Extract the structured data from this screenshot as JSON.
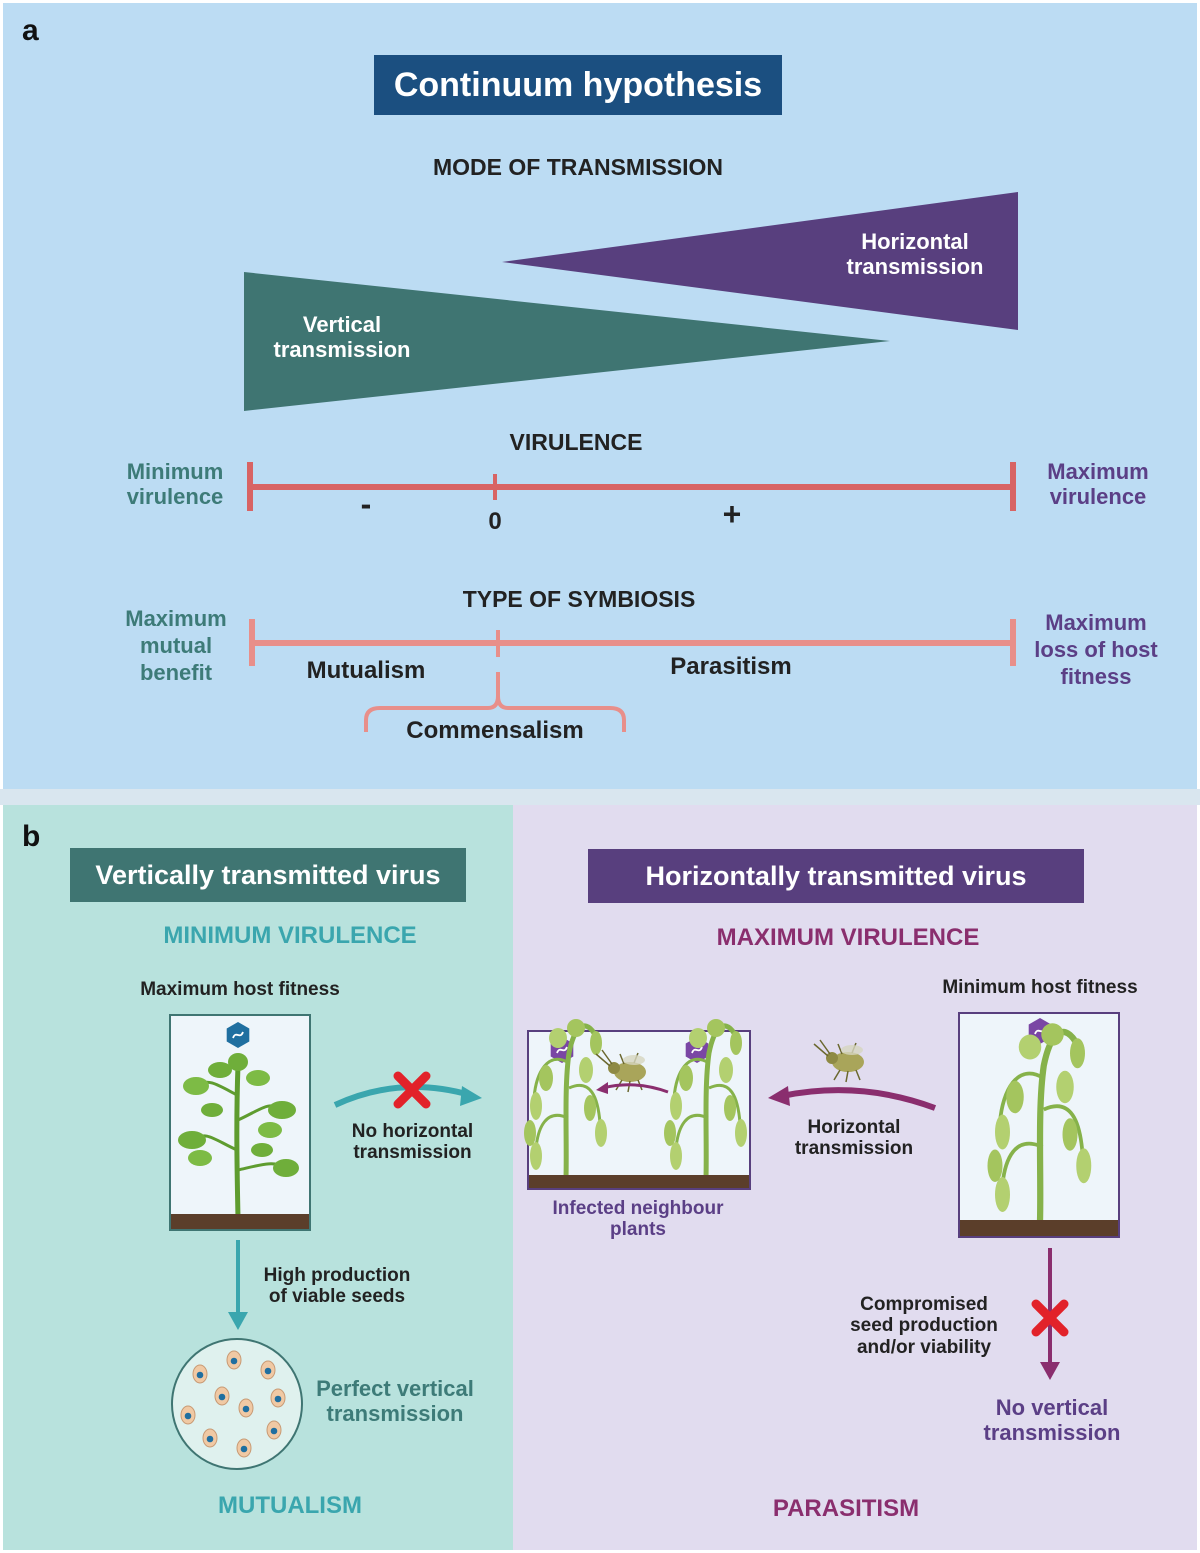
{
  "panel_a": {
    "letter": "a",
    "title": "Continuum hypothesis",
    "mode_heading": "MODE OF TRANSMISSION",
    "vertical_line1": "Vertical",
    "vertical_line2": "transmission",
    "horizontal_line1": "Horizontal",
    "horizontal_line2": "transmission",
    "virulence_heading": "VIRULENCE",
    "min_virulence_line1": "Minimum",
    "min_virulence_line2": "virulence",
    "max_virulence_line1": "Maximum",
    "max_virulence_line2": "virulence",
    "minus_label": "-",
    "zero_label": "0",
    "plus_label": "+",
    "symbiosis_heading": "TYPE OF SYMBIOSIS",
    "max_benefit_line1": "Maximum",
    "max_benefit_line2": "mutual",
    "max_benefit_line3": "benefit",
    "max_loss_line1": "Maximum",
    "max_loss_line2": "loss of host",
    "max_loss_line3": "fitness",
    "mutualism": "Mutualism",
    "parasitism": "Parasitism",
    "commensalism": "Commensalism"
  },
  "panel_b": {
    "letter": "b",
    "left": {
      "banner": "Vertically transmitted virus",
      "virulence": "MINIMUM VIRULENCE",
      "fitness": "Maximum host fitness",
      "no_horizontal_line1": "No horizontal",
      "no_horizontal_line2": "transmission",
      "seeds_line1": "High production",
      "seeds_line2": "of viable seeds",
      "perfect_line1": "Perfect vertical",
      "perfect_line2": "transmission",
      "footer": "MUTUALISM"
    },
    "right": {
      "banner": "Horizontally transmitted virus",
      "virulence": "MAXIMUM VIRULENCE",
      "fitness": "Minimum host fitness",
      "horizontal_line1": "Horizontal",
      "horizontal_line2": "transmission",
      "neighbour_line1": "Infected neighbour",
      "neighbour_line2": "plants",
      "compromised_line1": "Compromised",
      "compromised_line2": "seed production",
      "compromised_line3": "and/or viability",
      "no_vertical_line1": "No vertical",
      "no_vertical_line2": "transmission",
      "footer": "PARASITISM"
    }
  },
  "colors": {
    "teal_dark": "#3f7572",
    "purple_dark": "#583f7e",
    "navy_banner": "#1b4f80",
    "virulence_bar": "#d86464",
    "symbiosis_bar": "#e88f8a"
  },
  "icons": [
    "virus-icon",
    "aphid-icon",
    "plant-icon",
    "seed-icon",
    "cross-icon"
  ]
}
